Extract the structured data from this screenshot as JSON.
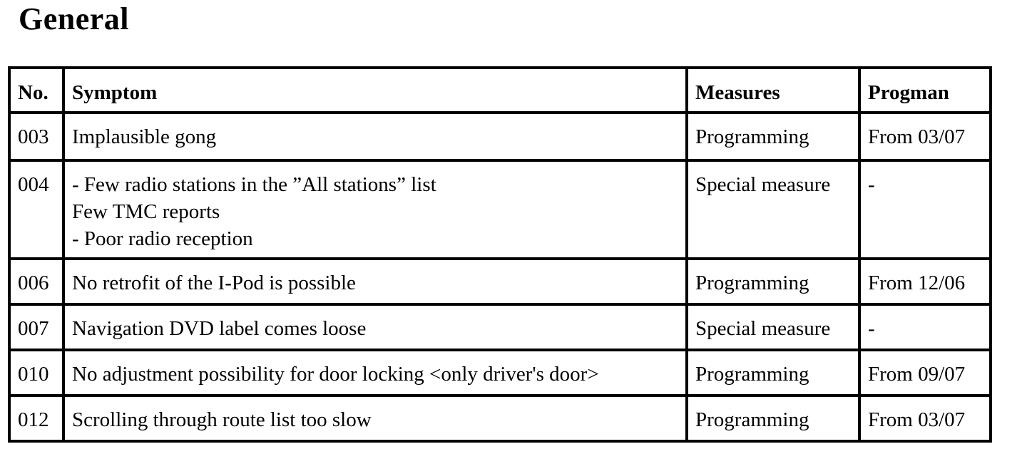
{
  "title": "General",
  "table": {
    "headers": {
      "no": "No.",
      "symptom": "Symptom",
      "measures": "Measures",
      "progman": "Progman"
    },
    "rows": [
      {
        "no": "003",
        "symptom": [
          "Implausible gong"
        ],
        "measures": "Programming",
        "progman": "From 03/07"
      },
      {
        "no": "004",
        "symptom": [
          "- Few radio stations in the ”All stations” list",
          "Few TMC reports",
          "- Poor radio reception"
        ],
        "measures": "Special measure",
        "progman": "-"
      },
      {
        "no": "006",
        "symptom": [
          "No retrofit of the I-Pod is possible"
        ],
        "measures": "Programming",
        "progman": "From 12/06"
      },
      {
        "no": "007",
        "symptom": [
          "Navigation DVD label comes loose"
        ],
        "measures": "Special measure",
        "progman": "-"
      },
      {
        "no": "010",
        "symptom": [
          "No adjustment possibility for door locking <only driver's door>"
        ],
        "measures": "Programming",
        "progman": "From 09/07"
      },
      {
        "no": "012",
        "symptom": [
          "Scrolling through route list too slow"
        ],
        "measures": "Programming",
        "progman": "From 03/07"
      }
    ]
  }
}
